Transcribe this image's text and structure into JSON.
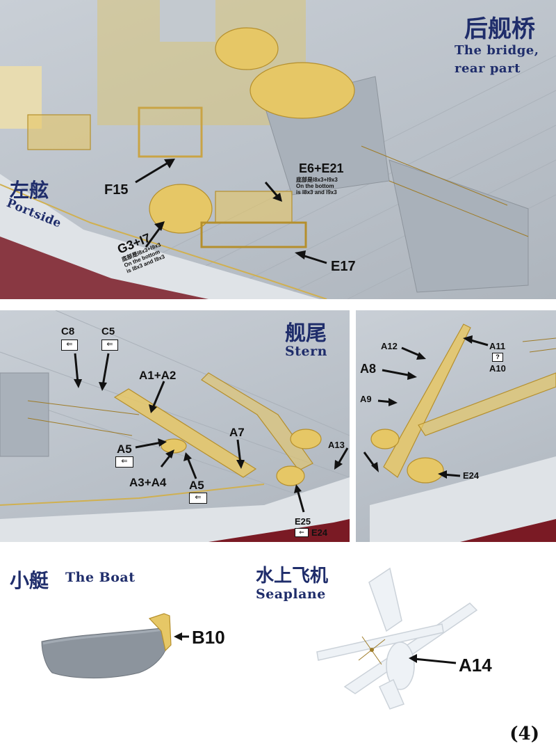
{
  "top_panel": {
    "title_cn": "后舰桥",
    "title_en_line1": "The bridge,",
    "title_en_line2": "rear part",
    "side_cn": "左舷",
    "side_en": "Portside",
    "labels": {
      "f15": "F15",
      "e6e21": "E6+E21",
      "e6e21_note_cn": "底部是l8x3+l9x3",
      "e6e21_note_en1": "On the bottom",
      "e6e21_note_en2": "is l8x3 and l9x3",
      "g3i7": "G3+I7",
      "g3i7_note_cn": "底部是l8x3+l9x3",
      "g3i7_note_en1": "On the bottom",
      "g3i7_note_en2": "is l8x3 and l9x3",
      "e17": "E17"
    }
  },
  "stern_panel": {
    "title_cn": "舰尾",
    "title_en": "Stern",
    "labels": {
      "c8": "C8",
      "c5": "C5",
      "a1a2": "A1+A2",
      "a5_top": "A5",
      "a3a4": "A3+A4",
      "a5_bottom": "A5",
      "a7": "A7",
      "a13": "A13",
      "e25": "E25",
      "e24": "E24"
    }
  },
  "crane_panel": {
    "labels": {
      "a12": "A12",
      "a11": "A11",
      "a10": "A10",
      "a8": "A8",
      "a9": "A9",
      "e24": "E24",
      "question_mark": "?"
    }
  },
  "boat_panel": {
    "title_cn": "小艇",
    "title_en": "The Boat",
    "label": "B10"
  },
  "seaplane_panel": {
    "title_cn": "水上飞机",
    "title_en": "Seaplane",
    "label": "A14"
  },
  "page_number": "(4)",
  "colors": {
    "heading": "#1f2d6b",
    "brass": "#e6c766",
    "deck": "#bcc3cb",
    "hull_red": "#7a1a24"
  },
  "icons": [
    "arrow-pointer-icon",
    "flip-direction-icon",
    "question-box-icon"
  ]
}
